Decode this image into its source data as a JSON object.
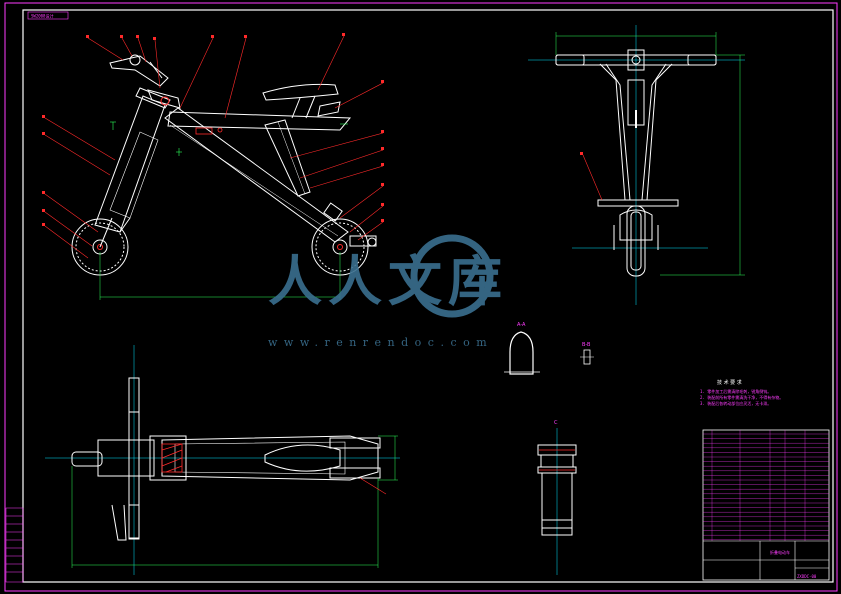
{
  "title_tag": "SW2008设计",
  "watermark": {
    "cn": "人人文库",
    "url": "www.renrendoc.com"
  },
  "section_labels": {
    "a": "A-A",
    "b": "B-B",
    "c": "C"
  },
  "tech_req": {
    "title": "技 术 要 求",
    "lines": [
      "1. 零件加工后需清除毛刺，锐角倒钝。",
      "2. 装配前所有零件需清洗干净，不得有杂物。",
      "3. 装配后各转动部位应灵活，无卡滞。"
    ]
  },
  "title_block": {
    "name": "折叠电动车",
    "drawing_no": "ZXDDC-00"
  },
  "colors": {
    "frame": "#ff3cff",
    "line": "#ffffff",
    "center": "#00e5ff",
    "leader": "#ff2a2a",
    "dim": "#2cff5a",
    "yellow": "#ffff3c",
    "watermark": "#3a6f8f"
  }
}
